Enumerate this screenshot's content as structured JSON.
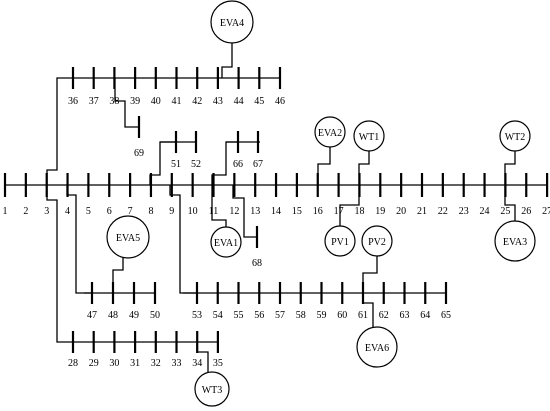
{
  "buses": {
    "main": [
      "1",
      "2",
      "3",
      "4",
      "5",
      "6",
      "7",
      "8",
      "9",
      "10",
      "11",
      "12",
      "13",
      "14",
      "15",
      "16",
      "17",
      "18",
      "19",
      "20",
      "21",
      "22",
      "23",
      "24",
      "25",
      "26",
      "27"
    ],
    "branch_36_46": [
      "36",
      "37",
      "38",
      "39",
      "40",
      "41",
      "42",
      "43",
      "44",
      "45",
      "46"
    ],
    "branch_47_50": [
      "47",
      "48",
      "49",
      "50"
    ],
    "branch_53_65": [
      "53",
      "54",
      "55",
      "56",
      "57",
      "58",
      "59",
      "60",
      "61",
      "62",
      "63",
      "64",
      "65"
    ],
    "branch_28_35": [
      "28",
      "29",
      "30",
      "31",
      "32",
      "33",
      "34",
      "35"
    ],
    "b69": "69",
    "branch_51_52": [
      "51",
      "52"
    ],
    "branch_66_67": [
      "66",
      "67"
    ],
    "b68": "68"
  },
  "devices": {
    "eva1": "EVA1",
    "eva2": "EVA2",
    "eva3": "EVA3",
    "eva4": "EVA4",
    "eva5": "EVA5",
    "eva6": "EVA6",
    "pv1": "PV1",
    "pv2": "PV2",
    "wt1": "WT1",
    "wt2": "WT2",
    "wt3": "WT3"
  }
}
